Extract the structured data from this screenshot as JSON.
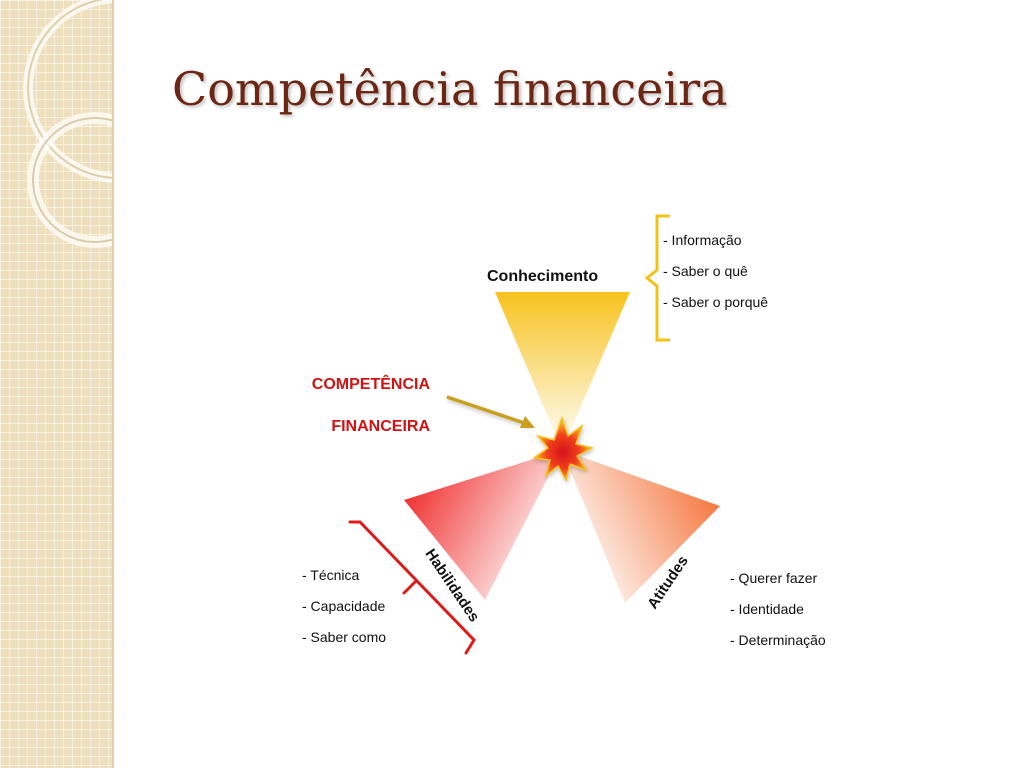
{
  "slide": {
    "title": "Competência financeira"
  },
  "diagram": {
    "center_label": [
      "COMPETÊNCIA",
      "FINANCEIRA"
    ],
    "branches": [
      {
        "name": "Conhecimento",
        "color": "#f7c21e",
        "items": [
          "- Informação",
          "- Saber o quê",
          "- Saber o porquê"
        ]
      },
      {
        "name": "Habilidades",
        "color": "#ef1e1e",
        "items": [
          "- Técnica",
          "- Capacidade",
          "- Saber como"
        ]
      },
      {
        "name": "Atitudes",
        "color": "#f4682a",
        "items": [
          "- Querer fazer",
          "- Identidade",
          "- Determinação"
        ]
      }
    ],
    "colors": {
      "title": "#6b2614",
      "center_text": "#d01212",
      "arrow": "#c9a020",
      "bracket_top": "#f2c21a",
      "bracket_left": "#e01a1a",
      "star_outer": "#f5c518",
      "star_inner": "#e8161c"
    }
  }
}
